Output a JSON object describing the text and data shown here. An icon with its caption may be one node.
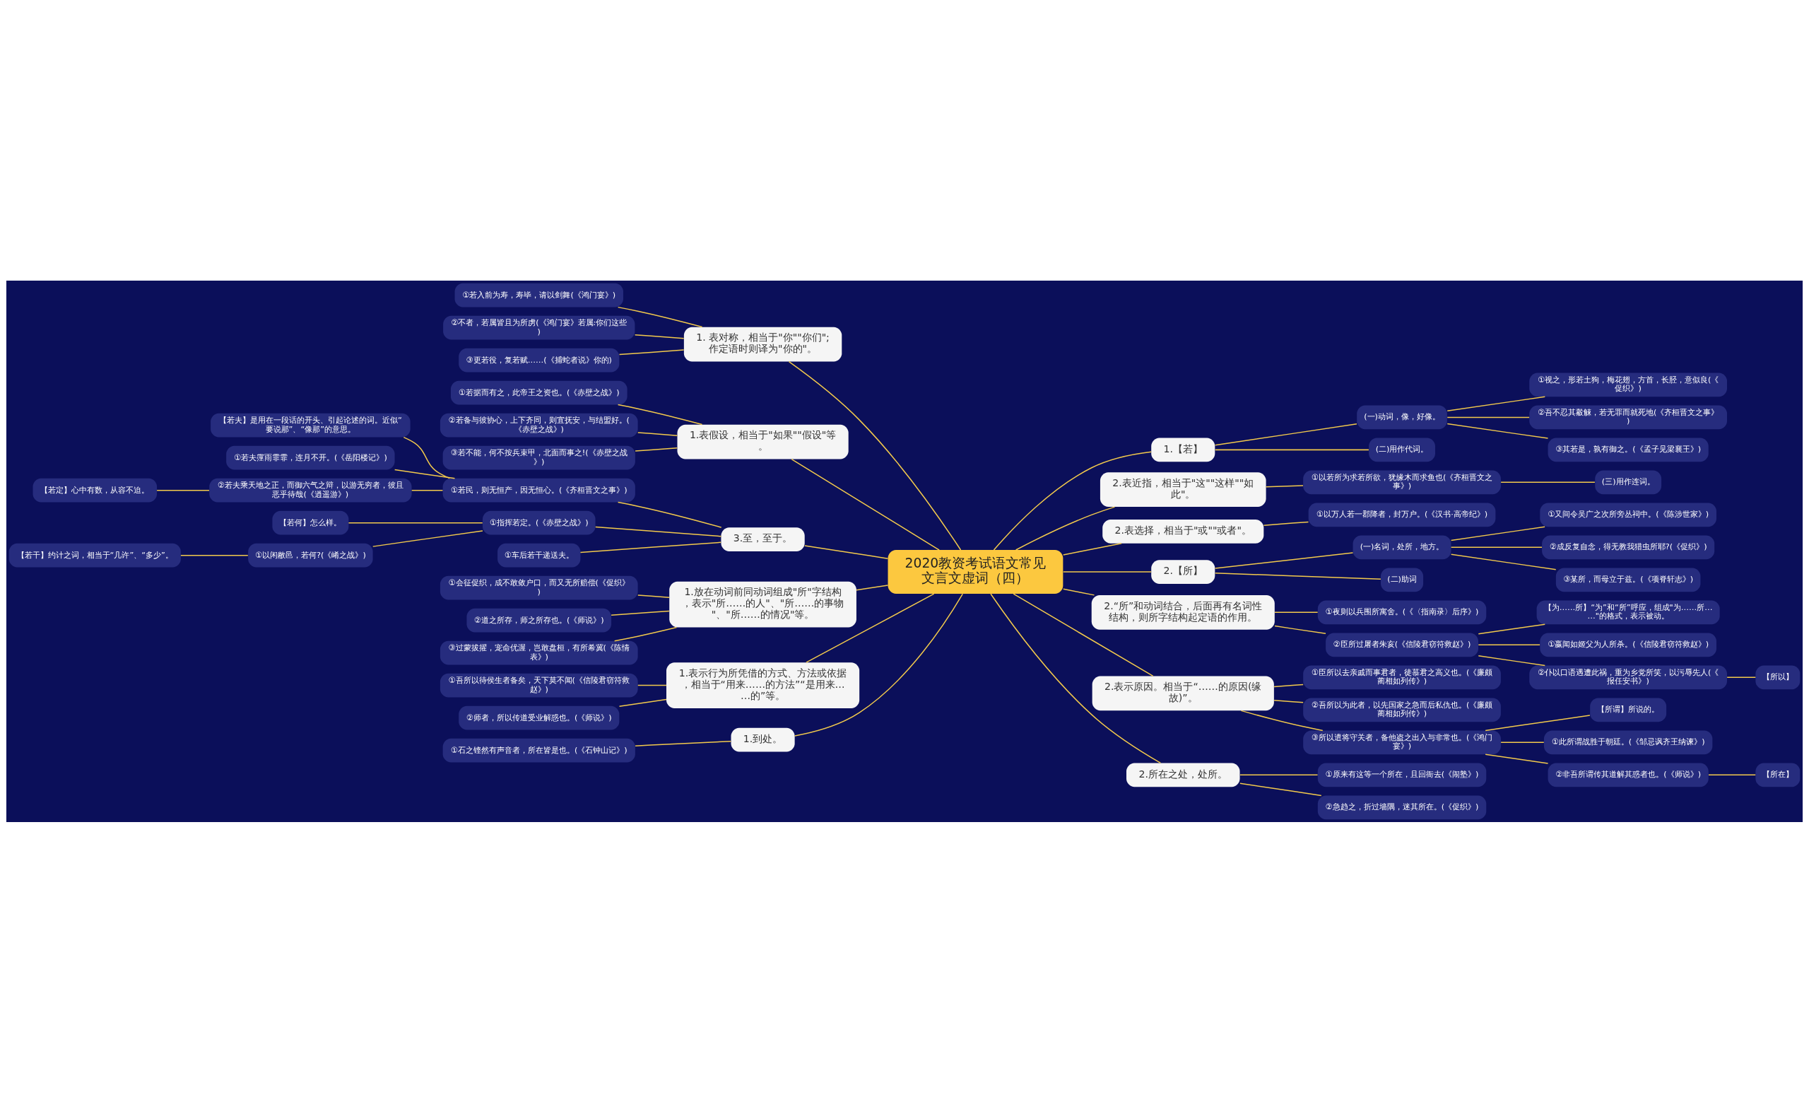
{
  "diagram": {
    "nodes": [
      {
        "text": [
          "2020教资考试语文常见文言文虚词（四）"
        ]
      },
      {
        "text": [
          "1.【若】"
        ]
      },
      {
        "text": [
          "(一)动词，像，好像。"
        ]
      },
      {
        "text": [
          "①视之，形若土狗，梅花翅，方首，长胫，意似良(《促织》)"
        ]
      },
      {
        "text": [
          "②吾不忍其觳觫，若无罪而就死地(《齐桓晋文之事》)"
        ]
      },
      {
        "text": [
          "③其若是，孰有御之。(《孟子见梁襄王》)"
        ]
      },
      {
        "text": [
          "(二)用作代词。"
        ]
      },
      {
        "text": [
          "2.表近指，相当于\"这\"\"这样\"\"如此\"。"
        ]
      },
      {
        "text": [
          "①以若所为求若所欲，犹缘木而求鱼也(《齐桓晋文之事》)"
        ]
      },
      {
        "text": [
          "(三)用作连词。"
        ]
      },
      {
        "text": [
          "2.表选择，相当于\"或\"\"或者\"。"
        ]
      },
      {
        "text": [
          "①以万人若一郡降者，封万户。(《汉书·高帝纪》)"
        ]
      },
      {
        "text": [
          "2.【所】"
        ]
      },
      {
        "text": [
          "(一)名词，处所，地方。"
        ]
      },
      {
        "text": [
          "①又间令吴广之次所旁丛祠中。(《陈涉世家》)"
        ]
      },
      {
        "text": [
          "②成反复自念，得无教我猎虫所耶?(《促织》)"
        ]
      },
      {
        "text": [
          "③某所，而母立于兹。(《项脊轩志》)"
        ]
      },
      {
        "text": [
          "(二)助词"
        ]
      },
      {
        "text": [
          "2.“所”和动词结合，后面再有名词性结构，则所字结构起定语的作用。"
        ]
      },
      {
        "text": [
          "①夜则以兵围所寓舍。(《〈指南录〉后序》)"
        ]
      },
      {
        "text": [
          "②臣所过屠者朱亥(《信陵君窃符救赵》)"
        ]
      },
      {
        "text": [
          "【为……所】“为”和“所”呼应，组成\"为……所……\"的格式，表示被动。"
        ]
      },
      {
        "text": [
          "①嬴闻如姬父为人所杀。(《信陵君窃符救赵》)"
        ]
      },
      {
        "text": [
          "②仆以口语遇遭此祸，重为乡党所笑，以污辱先人(《报任安书》)"
        ]
      },
      {
        "text": [
          "【所以】"
        ]
      },
      {
        "text": [
          "2.表示原因。相当于“……的原因(缘故)”。"
        ]
      },
      {
        "text": [
          "①臣所以去亲戚而事君者，徒慕君之高义也。(《廉颇蔺相如列传》)"
        ]
      },
      {
        "text": [
          "②吾所以为此者，以先国家之急而后私仇也。(《廉颇蔺相如列传》)"
        ]
      },
      {
        "text": [
          "③所以遣将守关者，备他盗之出入与非常也。(《鸿门宴》)"
        ]
      },
      {
        "text": [
          "【所谓】所说的。"
        ]
      },
      {
        "text": [
          "①此所谓战胜于朝廷。(《邹忌讽齐王纳谏》)"
        ]
      },
      {
        "text": [
          "②非吾所谓传其道解其惑者也。(《师说》)"
        ]
      },
      {
        "text": [
          "【所在】"
        ]
      },
      {
        "text": [
          "2.所在之处，处所。"
        ]
      },
      {
        "text": [
          "①原来有这等一个所在，且回衙去(《闹塾》)"
        ]
      },
      {
        "text": [
          "②急趋之，折过墙隅，迷其所在。(《促织》)"
        ]
      },
      {
        "text": [
          "1. 表对称，相当于\"你\"\"你们\";作定语时则译为\"你的\"。"
        ]
      },
      {
        "text": [
          "①若入前为寿，寿毕，请以剑舞(《鸿门宴》)"
        ]
      },
      {
        "text": [
          "②不者，若属皆且为所虏(《鸿门宴》若属:你们这些)"
        ]
      },
      {
        "text": [
          "③更若役，复若赋……(《捕蛇者说》你的)"
        ]
      },
      {
        "text": [
          "1.表假设，相当于\"如果\"\"假设\"等。"
        ]
      },
      {
        "text": [
          "①若据而有之，此帝王之资也。(《赤壁之战》)"
        ]
      },
      {
        "text": [
          "②若备与彼协心，上下齐同，则宜抚安，与结盟好。(《赤壁之战》)"
        ]
      },
      {
        "text": [
          "③若不能，何不按兵束甲，北面而事之!(《赤壁之战》)"
        ]
      },
      {
        "text": [
          "3.至，至于。"
        ]
      },
      {
        "text": [
          "①若民，则无恒产，因无恒心。(《齐桓晋文之事》)"
        ]
      },
      {
        "text": [
          "【若夫】是用在一段话的开头、引起论述的词。近似“要说那”、“像那”的意思。"
        ]
      },
      {
        "text": [
          "①若夫霪雨霏霏，连月不开。(《岳阳楼记》)"
        ]
      },
      {
        "text": [
          "②若夫乘天地之正，而御六气之辩，以游无穷者，彼且恶乎待哉(《逍遥游》)"
        ]
      },
      {
        "text": [
          "【若定】心中有数，从容不迫。"
        ]
      },
      {
        "text": [
          "①指挥若定。(《赤壁之战》)"
        ]
      },
      {
        "text": [
          "【若何】怎么样。"
        ]
      },
      {
        "text": [
          "①以闲敝邑，若何?(《崤之战》)"
        ]
      },
      {
        "text": [
          "【若干】约计之词，相当于“几许”、“多少”。"
        ]
      },
      {
        "text": [
          "①车后若干递送夫。"
        ]
      },
      {
        "text": [
          "1.放在动词前同动词组成\"所\"字结构，表示\"所……的人\"、\"所……的事物\"、\"所……的情况\"等。"
        ]
      },
      {
        "text": [
          "①会征促织，成不敢敛户口，而又无所赔偿(《促织》)"
        ]
      },
      {
        "text": [
          "②道之所存，师之所存也。(《师说》)"
        ]
      },
      {
        "text": [
          "③过蒙拔擢，宠命优渥，岂敢盘桓，有所希冀(《陈情表》)"
        ]
      },
      {
        "text": [
          "1.表示行为所凭借的方式、方法或依据，相当于“用来……的方法”“是用来……的”等。"
        ]
      },
      {
        "text": [
          "①吾所以待侯生者备矣，天下莫不闻(《信陵君窃符救赵》)"
        ]
      },
      {
        "text": [
          "②师者，所以传道受业解惑也。(《师说》)"
        ]
      },
      {
        "text": [
          "1.到处。"
        ]
      },
      {
        "text": [
          "①石之铿然有声音者，所在皆是也。(《石钟山记》)"
        ]
      }
    ],
    "edges": [
      {
        "from": 0,
        "to": 1,
        "arrow": "none"
      },
      {
        "from": 1,
        "to": 2,
        "arrow": "none"
      },
      {
        "from": 2,
        "to": 3,
        "arrow": "none"
      },
      {
        "from": 2,
        "to": 4,
        "arrow": "none"
      },
      {
        "from": 2,
        "to": 5,
        "arrow": "none"
      },
      {
        "from": 1,
        "to": 6,
        "arrow": "none"
      },
      {
        "from": 0,
        "to": 7,
        "arrow": "none"
      },
      {
        "from": 7,
        "to": 8,
        "arrow": "none"
      },
      {
        "from": 8,
        "to": 9,
        "arrow": "none"
      },
      {
        "from": 0,
        "to": 10,
        "arrow": "none"
      },
      {
        "from": 10,
        "to": 11,
        "arrow": "none"
      },
      {
        "from": 0,
        "to": 12,
        "arrow": "none"
      },
      {
        "from": 12,
        "to": 13,
        "arrow": "none"
      },
      {
        "from": 13,
        "to": 14,
        "arrow": "none"
      },
      {
        "from": 13,
        "to": 15,
        "arrow": "none"
      },
      {
        "from": 13,
        "to": 16,
        "arrow": "none"
      },
      {
        "from": 12,
        "to": 17,
        "arrow": "none"
      },
      {
        "from": 0,
        "to": 18,
        "arrow": "none"
      },
      {
        "from": 18,
        "to": 19,
        "arrow": "none"
      },
      {
        "from": 18,
        "to": 20,
        "arrow": "none"
      },
      {
        "from": 20,
        "to": 21,
        "arrow": "none"
      },
      {
        "from": 20,
        "to": 22,
        "arrow": "none"
      },
      {
        "from": 20,
        "to": 23,
        "arrow": "none"
      },
      {
        "from": 23,
        "to": 24,
        "arrow": "none"
      },
      {
        "from": 0,
        "to": 25,
        "arrow": "none"
      },
      {
        "from": 25,
        "to": 26,
        "arrow": "none"
      },
      {
        "from": 25,
        "to": 27,
        "arrow": "none"
      },
      {
        "from": 25,
        "to": 28,
        "arrow": "none"
      },
      {
        "from": 28,
        "to": 29,
        "arrow": "none"
      },
      {
        "from": 28,
        "to": 30,
        "arrow": "none"
      },
      {
        "from": 28,
        "to": 31,
        "arrow": "none"
      },
      {
        "from": 31,
        "to": 32,
        "arrow": "none"
      },
      {
        "from": 0,
        "to": 33,
        "arrow": "none"
      },
      {
        "from": 33,
        "to": 34,
        "arrow": "none"
      },
      {
        "from": 33,
        "to": 35,
        "arrow": "none"
      },
      {
        "from": 0,
        "to": 36,
        "arrow": "none"
      },
      {
        "from": 36,
        "to": 37,
        "arrow": "none"
      },
      {
        "from": 36,
        "to": 38,
        "arrow": "none"
      },
      {
        "from": 36,
        "to": 39,
        "arrow": "none"
      },
      {
        "from": 0,
        "to": 40,
        "arrow": "none"
      },
      {
        "from": 40,
        "to": 41,
        "arrow": "none"
      },
      {
        "from": 40,
        "to": 42,
        "arrow": "none"
      },
      {
        "from": 40,
        "to": 43,
        "arrow": "none"
      },
      {
        "from": 0,
        "to": 44,
        "arrow": "none"
      },
      {
        "from": 44,
        "to": 45,
        "arrow": "none"
      },
      {
        "from": 45,
        "to": 46,
        "arrow": "none"
      },
      {
        "from": 45,
        "to": 47,
        "arrow": "none"
      },
      {
        "from": 45,
        "to": 48,
        "arrow": "none"
      },
      {
        "from": 48,
        "to": 49,
        "arrow": "none"
      },
      {
        "from": 44,
        "to": 50,
        "arrow": "none"
      },
      {
        "from": 50,
        "to": 51,
        "arrow": "none"
      },
      {
        "from": 50,
        "to": 52,
        "arrow": "none"
      },
      {
        "from": 52,
        "to": 53,
        "arrow": "none"
      },
      {
        "from": 44,
        "to": 54,
        "arrow": "none"
      },
      {
        "from": 0,
        "to": 55,
        "arrow": "none"
      },
      {
        "from": 55,
        "to": 56,
        "arrow": "none"
      },
      {
        "from": 55,
        "to": 57,
        "arrow": "none"
      },
      {
        "from": 55,
        "to": 58,
        "arrow": "none"
      },
      {
        "from": 0,
        "to": 59,
        "arrow": "none"
      },
      {
        "from": 59,
        "to": 60,
        "arrow": "none"
      },
      {
        "from": 59,
        "to": 61,
        "arrow": "none"
      },
      {
        "from": 0,
        "to": 62,
        "arrow": "none"
      },
      {
        "from": 62,
        "to": 63,
        "arrow": "none"
      }
    ]
  }
}
